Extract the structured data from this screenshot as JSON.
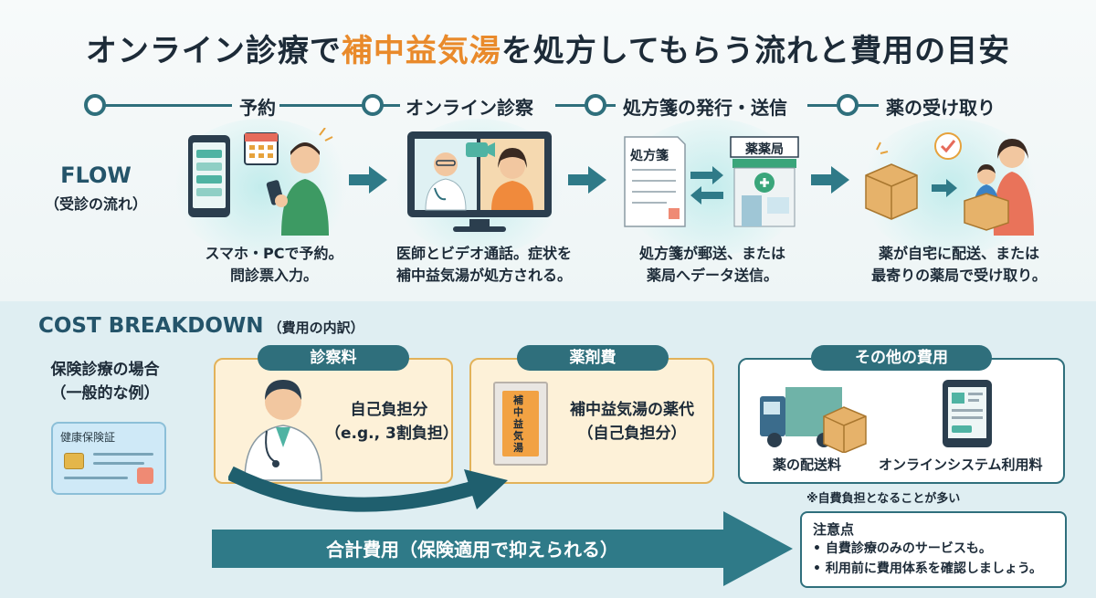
{
  "title": {
    "part1": "オンライン診療で",
    "highlight": "補中益気湯",
    "part2": "を処方してもらう流れと費用の目安"
  },
  "colors": {
    "accent": "#2f6f7c",
    "highlight": "#e98a2b",
    "cost_box_fill": "#fdf1d8",
    "cost_box_border": "#e2b25a"
  },
  "flow": {
    "label_en": "FLOW",
    "label_jp": "（受診の流れ）",
    "steps": [
      {
        "title": "予約",
        "icon": "smartphone-calendar-icon",
        "desc_line1": "スマホ・PCで予約。",
        "desc_line2": "問診票入力。"
      },
      {
        "title": "オンライン診察",
        "icon": "video-call-monitor-icon",
        "desc_line1": "医師とビデオ通話。症状を",
        "desc_line2": "補中益気湯が処方される。"
      },
      {
        "title": "処方箋の発行・送信",
        "icon": "prescription-pharmacy-icon",
        "desc_line1": "処方箋が郵送、または",
        "desc_line2": "薬局へデータ送信。",
        "doc_label": "処方箋",
        "pharmacy_label": "薬薬局"
      },
      {
        "title": "薬の受け取り",
        "icon": "package-delivery-icon",
        "desc_line1": "薬が自宅に配送、または",
        "desc_line2": "最寄りの薬局で受け取り。"
      }
    ]
  },
  "cost": {
    "title_en": "COST BREAKDOWN",
    "title_jp": "（費用の内訳）",
    "case_line1": "保険診療の場合",
    "case_line2": "（一般的な例）",
    "card_label": "健康保険証",
    "consult": {
      "header": "診察料",
      "line1": "自己負担分",
      "line2": "（e.g., 3割負担）"
    },
    "medicine": {
      "header": "薬剤費",
      "line1": "補中益気湯の薬代",
      "line2": "（自己負担分）",
      "packet_label": "補中益気湯"
    },
    "other": {
      "header": "その他の費用",
      "shipping": "薬の配送料",
      "system": "オンラインシステム利用料"
    },
    "self_pay_note": "※自費負担となることが多い",
    "total_label": "合計費用（保険適用で抑えられる）",
    "notice": {
      "title": "注意点",
      "item1": "• 自費診療のみのサービスも。",
      "item2": "• 利用前に費用体系を確認しましょう。"
    }
  }
}
